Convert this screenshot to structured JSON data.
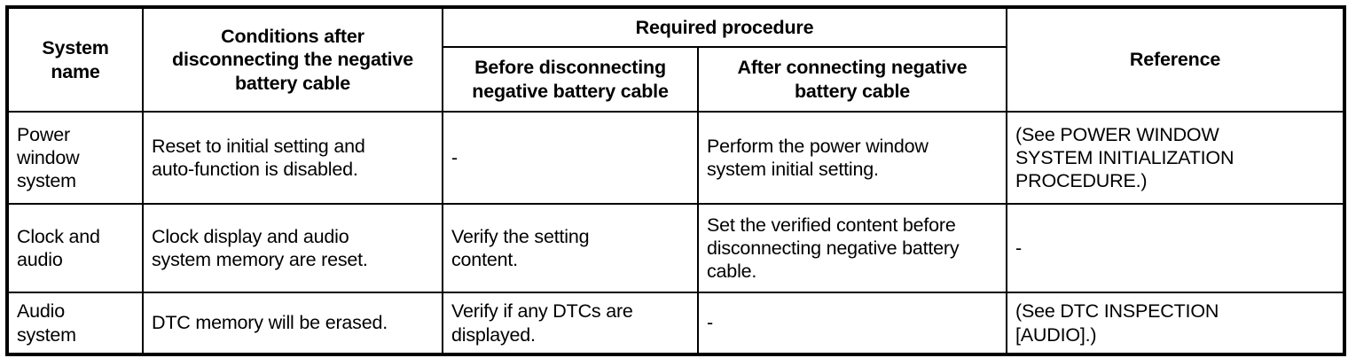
{
  "table": {
    "headers": {
      "system_name": "System\nname",
      "conditions": "Conditions after\ndisconnecting the negative\nbattery cable",
      "required_procedure": "Required procedure",
      "before_disconnecting": "Before disconnecting\nnegative battery cable",
      "after_connecting": "After connecting negative\nbattery cable",
      "reference": "Reference"
    },
    "rows": [
      {
        "system_name": "Power\nwindow\nsystem",
        "conditions": "Reset to initial setting and\nauto-function is disabled.",
        "before_disconnecting": "-",
        "after_connecting": "Perform the power window\nsystem initial setting.",
        "reference": "(See POWER WINDOW\nSYSTEM INITIALIZATION\nPROCEDURE.)"
      },
      {
        "system_name": "Clock and\naudio",
        "conditions": "Clock display and audio\nsystem memory are reset.",
        "before_disconnecting": "Verify the setting\ncontent.",
        "after_connecting": "Set the verified content before\ndisconnecting negative battery\ncable.",
        "reference": "-"
      },
      {
        "system_name": "Audio\nsystem",
        "conditions": "DTC memory will be erased.",
        "before_disconnecting": "Verify if any DTCs are\ndisplayed.",
        "after_connecting": "-",
        "reference": "(See DTC INSPECTION\n[AUDIO].)"
      }
    ]
  },
  "colors": {
    "border": "#000000",
    "text": "#000000",
    "background": "#ffffff"
  }
}
